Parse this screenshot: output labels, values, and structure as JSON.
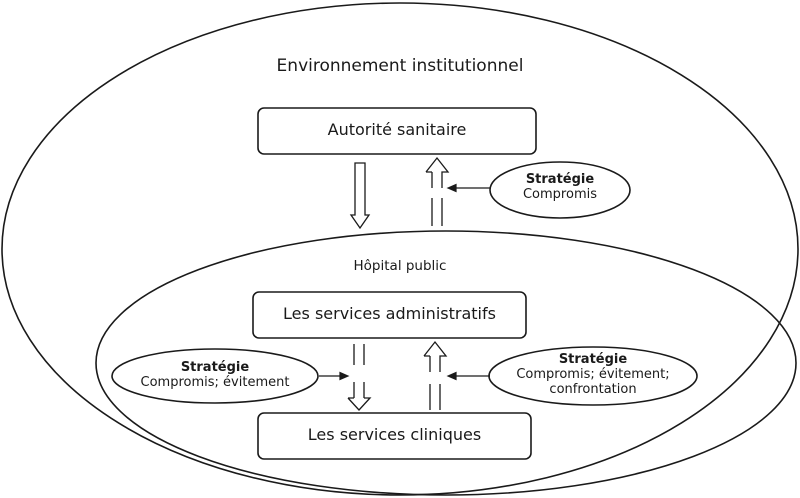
{
  "outer_label": "Environnement institutionnel",
  "inner_label": "Hôpital public",
  "boxes": {
    "authority": "Autorité sanitaire",
    "admin": "Les services administratifs",
    "clinical": "Les services cliniques"
  },
  "strategies": {
    "top": {
      "title": "Stratégie",
      "lines": [
        "Compromis"
      ]
    },
    "left": {
      "title": "Stratégie",
      "lines": [
        "Compromis; évitement"
      ]
    },
    "right": {
      "title": "Stratégie",
      "lines": [
        "Compromis; évitement;",
        "confrontation"
      ]
    }
  }
}
